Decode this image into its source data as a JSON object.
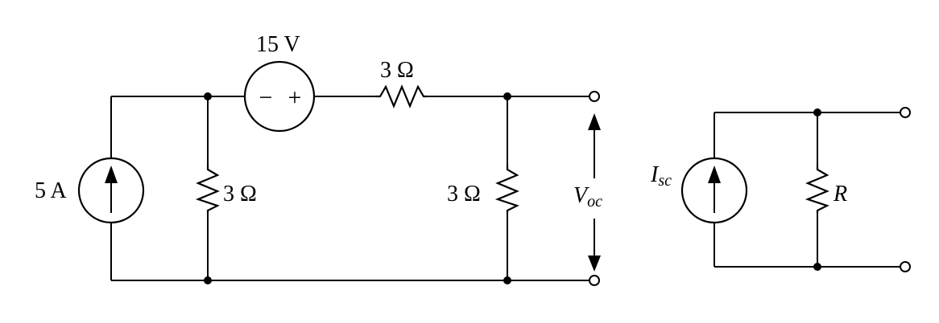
{
  "labels": {
    "current_source_value": "5 A",
    "voltage_source_value": "15 V",
    "series_resistor": "3 Ω",
    "shunt_resistor_left": "3 Ω",
    "shunt_resistor_right": "3 Ω",
    "voc_main": "V",
    "voc_sub": "oc",
    "isc_main": "I",
    "isc_sub": "sc",
    "norton_resistor": "R"
  },
  "voltage_source_signs": {
    "left": "−",
    "right": "+"
  }
}
